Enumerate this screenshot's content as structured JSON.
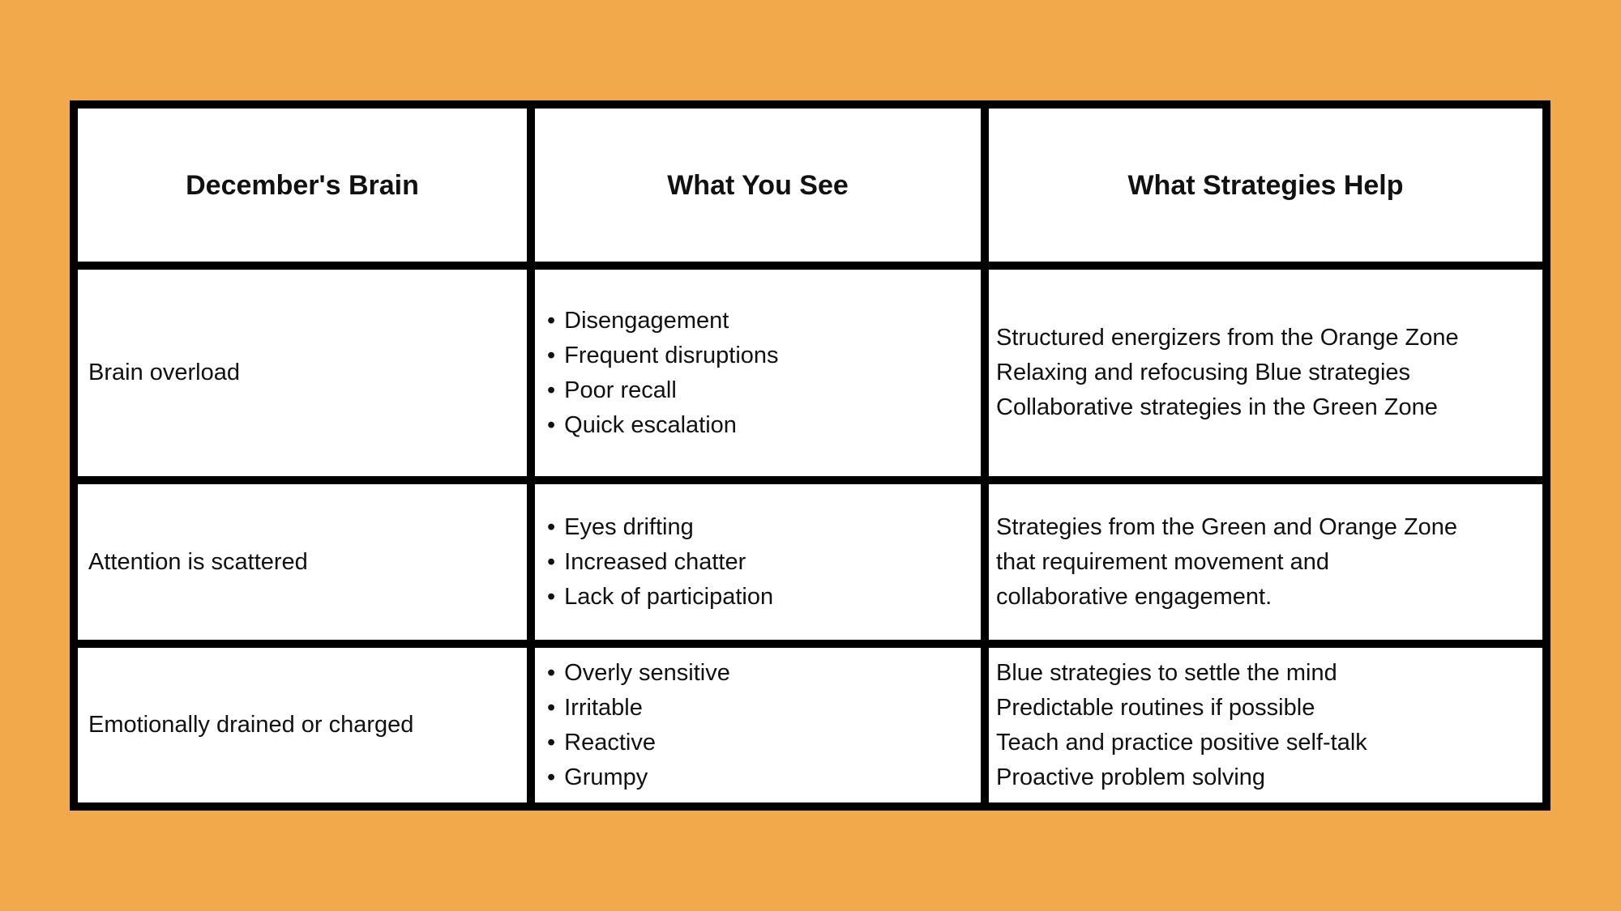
{
  "page": {
    "background_color": "#F2A94C",
    "table_line_color": "#000000",
    "cell_background_color": "#FFFFFF"
  },
  "table": {
    "bullet_char": "•",
    "columns": [
      "December's Brain",
      "What You See",
      "What Strategies Help"
    ],
    "rows": [
      {
        "label": "Brain overload",
        "what_you_see": [
          "Disengagement",
          "Frequent disruptions",
          "Poor recall",
          "Quick escalation"
        ],
        "strategies": [
          "Structured energizers from the Orange Zone",
          "Relaxing and refocusing Blue strategies",
          "Collaborative strategies in the Green Zone"
        ]
      },
      {
        "label": "Attention is scattered",
        "what_you_see": [
          "Eyes drifting",
          "Increased chatter",
          "Lack of participation"
        ],
        "strategies": [
          "Strategies from the Green and Orange Zone",
          "that requirement movement and",
          "collaborative engagement."
        ]
      },
      {
        "label": "Emotionally drained or charged",
        "what_you_see": [
          "Overly sensitive",
          "Irritable",
          "Reactive",
          "Grumpy"
        ],
        "strategies": [
          "Blue strategies to settle the mind",
          "Predictable routines if possible",
          "Teach and practice positive self-talk",
          "Proactive problem solving"
        ]
      }
    ]
  }
}
